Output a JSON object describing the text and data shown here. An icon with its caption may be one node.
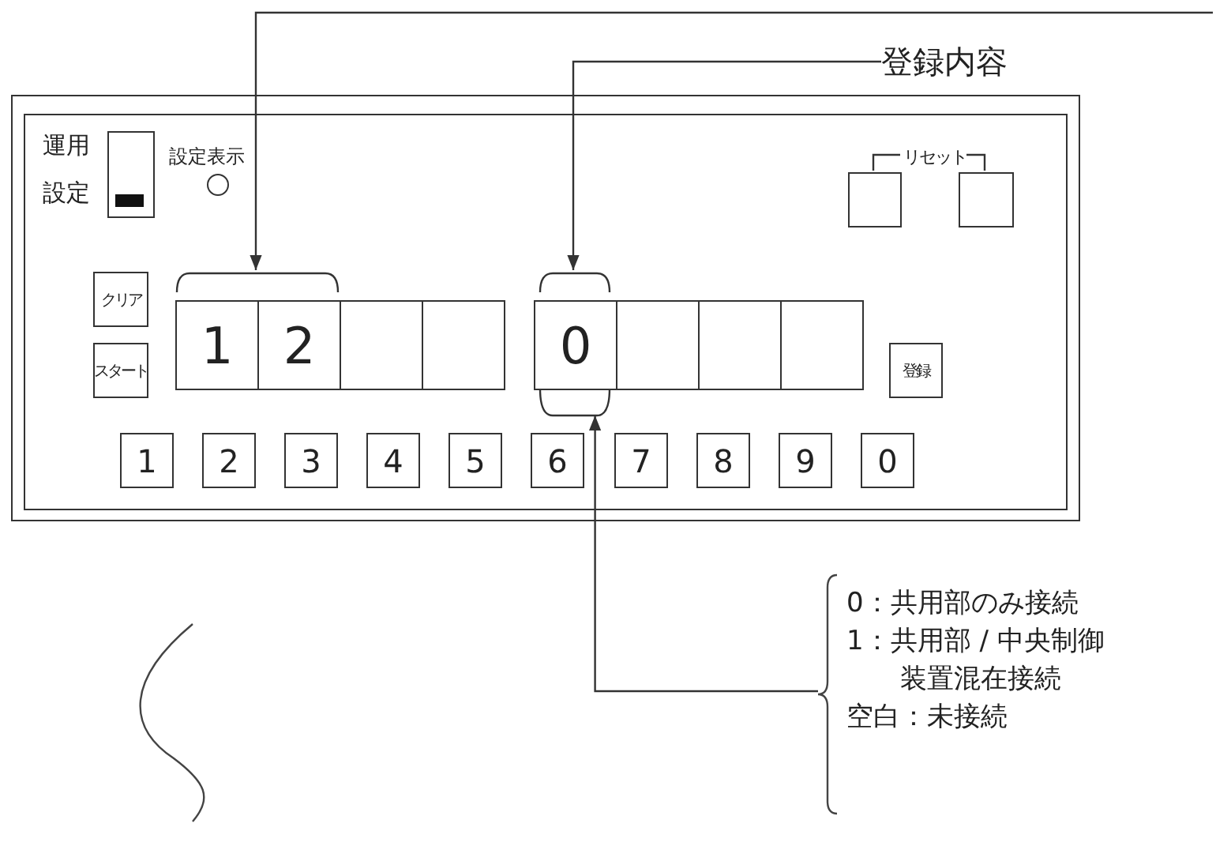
{
  "diagram": {
    "nodes": [
      {
        "text": [
          "登録内容"
        ]
      },
      {
        "text": [],
        "shape": "box"
      },
      {
        "text": [
          "運用",
          "設定"
        ],
        "in": 1
      },
      {
        "text": [
          "設定表示"
        ],
        "in": 1
      },
      {
        "text": [
          "リセット"
        ],
        "in": 1
      },
      {
        "text": [],
        "shape": "box",
        "in": 1
      },
      {
        "text": [],
        "shape": "box",
        "in": 1
      },
      {
        "text": [
          "クリア"
        ],
        "in": 1
      },
      {
        "text": [
          "スタート"
        ],
        "in": 1
      },
      {
        "text": [],
        "shape": "bracket",
        "in": 1
      },
      {
        "text": [],
        "shape": "bracket",
        "in": 1
      },
      {
        "text": [
          "1"
        ],
        "in": 1
      },
      {
        "text": [
          "2"
        ],
        "in": 1
      },
      {
        "text": [],
        "shape": "box",
        "in": 1
      },
      {
        "text": [],
        "shape": "box",
        "in": 1
      },
      {
        "text": [
          "0"
        ],
        "in": 1
      },
      {
        "text": [],
        "shape": "box",
        "in": 1
      },
      {
        "text": [],
        "shape": "box",
        "in": 1
      },
      {
        "text": [],
        "shape": "box",
        "in": 1
      },
      {
        "text": [
          "登録"
        ],
        "in": 1
      },
      {
        "text": [],
        "shape": "bracket",
        "in": 1
      },
      {
        "text": [
          "1"
        ],
        "in": 1
      },
      {
        "text": [
          "2"
        ],
        "in": 1
      },
      {
        "text": [
          "3"
        ],
        "in": 1
      },
      {
        "text": [
          "4"
        ],
        "in": 1
      },
      {
        "text": [
          "5"
        ],
        "in": 1
      },
      {
        "text": [
          "6"
        ],
        "in": 1
      },
      {
        "text": [
          "7"
        ],
        "in": 1
      },
      {
        "text": [
          "8"
        ],
        "in": 1
      },
      {
        "text": [
          "9"
        ],
        "in": 1
      },
      {
        "text": [
          "0"
        ],
        "in": 1
      },
      {
        "text": [
          "0：共用部のみ接続",
          "1：共用部 / 中央制御装置混在接続",
          "空白：未接続"
        ]
      }
    ],
    "edges": [
      {
        "from": null,
        "to": 9,
        "arrow": "to"
      },
      {
        "from": 0,
        "to": 10,
        "arrow": "to"
      },
      {
        "from": 4,
        "to": 5,
        "arrow": "none"
      },
      {
        "from": 4,
        "to": 6,
        "arrow": "none"
      },
      {
        "from": 31,
        "to": 20,
        "arrow": "to"
      }
    ]
  }
}
